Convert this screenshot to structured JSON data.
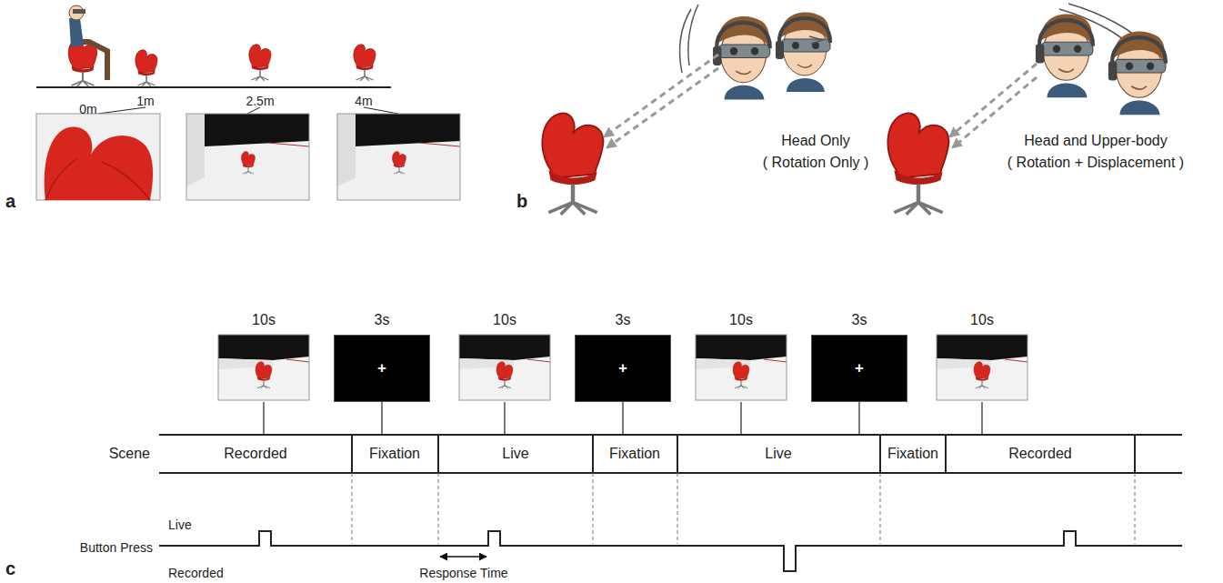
{
  "diagram": {
    "nodes": [
      {
        "text": [
          "+"
        ]
      },
      {
        "text": [
          "+"
        ]
      },
      {
        "text": [
          "+"
        ]
      }
    ],
    "labels": [
      "0m",
      "1m",
      "2.5m",
      "4m",
      "a",
      "Head Only",
      "( Rotation Only )",
      "Head and Upper-body",
      "( Rotation + Displacement )",
      "b",
      "10s",
      "3s",
      "10s",
      "3s",
      "10s",
      "3s",
      "10s",
      "Scene",
      "Recorded",
      "Fixation",
      "Live",
      "Fixation",
      "Live",
      "Fixation",
      "Recorded",
      "Button Press",
      "Live",
      "Recorded",
      "Response Time",
      "c"
    ]
  }
}
